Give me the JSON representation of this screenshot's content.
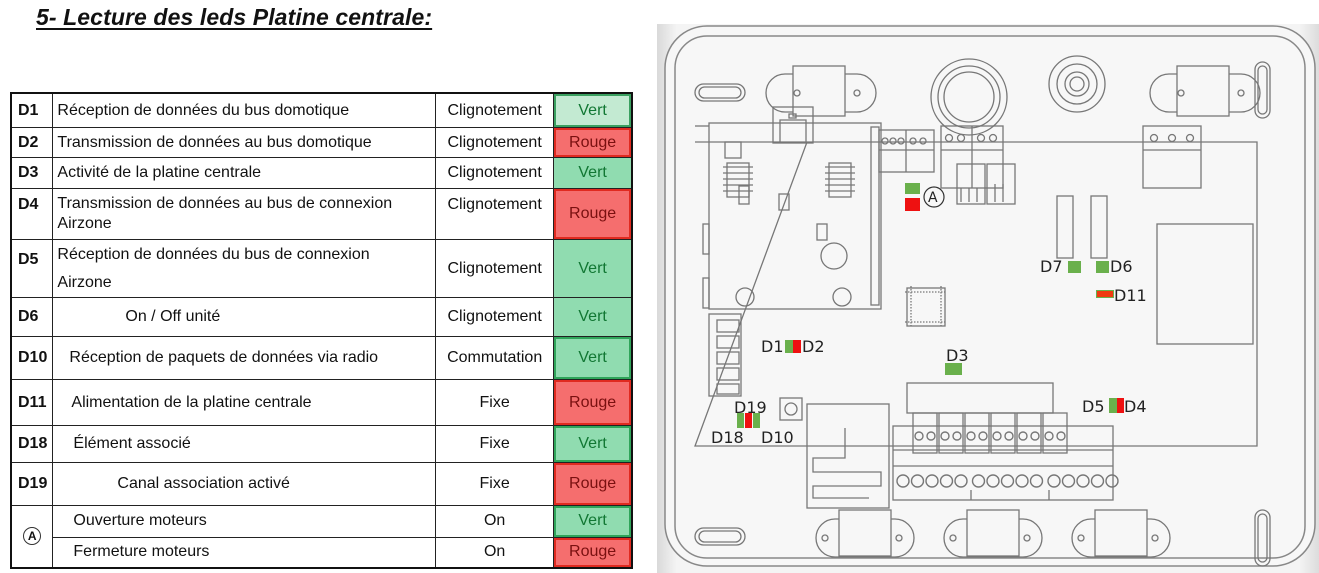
{
  "title": "5- Lecture des leds Platine centrale:",
  "table": {
    "rows": [
      {
        "code": "D1",
        "description": "Réception de données du bus domotique",
        "mode": "Clignotement",
        "color": "Vert"
      },
      {
        "code": "D2",
        "description": "Transmission de données au bus domotique",
        "mode": "Clignotement",
        "color": "Rouge"
      },
      {
        "code": "D3",
        "description": "Activité de la platine centrale",
        "mode": "Clignotement",
        "color": "Vert"
      },
      {
        "code": "D4",
        "description": "Transmission de données au bus de connexion",
        "description_line2": "Airzone",
        "mode": "Clignotement",
        "color": "Rouge"
      },
      {
        "code": "D5",
        "description": "Réception de données du bus de connexion",
        "description_line2": "Airzone",
        "mode": "Clignotement",
        "color": "Vert"
      },
      {
        "code": "D6",
        "description": "On / Off unité",
        "mode": "Clignotement",
        "color": "Vert"
      },
      {
        "code": "D10",
        "description": "Réception de paquets de données via radio",
        "mode": "Commutation",
        "color": "Vert"
      },
      {
        "code": "D11",
        "description": "Alimentation de la platine centrale",
        "mode": "Fixe",
        "color": "Rouge"
      },
      {
        "code": "D18",
        "description": "Élément associé",
        "mode": "Fixe",
        "color": "Vert"
      },
      {
        "code": "D19",
        "description": "Canal association activé",
        "mode": "Fixe",
        "color": "Rouge"
      },
      {
        "code": "A",
        "description": "Ouverture moteurs",
        "mode": "On",
        "color": "Vert"
      },
      {
        "code": "A",
        "description": "Fermeture moteurs",
        "mode": "On",
        "color": "Rouge"
      }
    ]
  },
  "diagram": {
    "labels": {
      "A": "A",
      "D1": "D1",
      "D2": "D2",
      "D3": "D3",
      "D4": "D4",
      "D5": "D5",
      "D6": "D6",
      "D7": "D7",
      "D10": "D10",
      "D11": "D11",
      "D18": "D18",
      "D19": "D19"
    },
    "colors": {
      "green": "#6ab04c",
      "red": "#ee1111",
      "orange_red": "#f03a10"
    }
  }
}
